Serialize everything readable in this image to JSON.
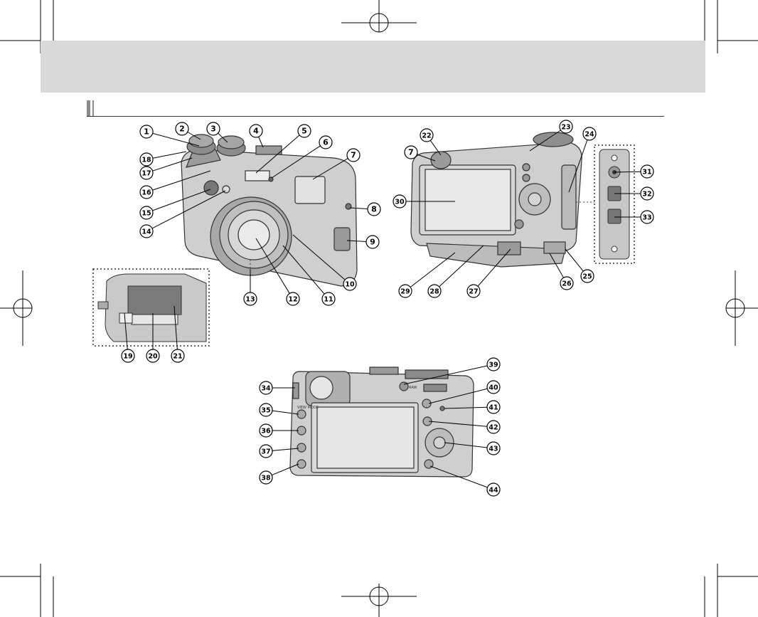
{
  "header": {
    "band_color": "#d9d9d9",
    "section_title": ""
  },
  "callouts": {
    "front_view": [
      "1",
      "2",
      "3",
      "4",
      "5",
      "6",
      "7",
      "8",
      "9",
      "10",
      "11",
      "12",
      "13",
      "14",
      "15",
      "16",
      "17",
      "18"
    ],
    "battery_chamber": [
      "19",
      "20",
      "21"
    ],
    "bottom_side_view": [
      "22",
      "7",
      "23",
      "24",
      "25",
      "26",
      "27",
      "28",
      "29",
      "30"
    ],
    "connector_panel": [
      "31",
      "32",
      "33"
    ],
    "back_view": [
      "34",
      "35",
      "36",
      "37",
      "38",
      "39",
      "40",
      "41",
      "42",
      "43",
      "44"
    ]
  },
  "back_button_labels": {
    "view_mode": "VIEW MODE",
    "raw": "RAW"
  },
  "icons": [
    "registration-mark-icon",
    "crop-mark-icon",
    "camera-front-drawing",
    "camera-back-drawing",
    "camera-bottom-drawing"
  ]
}
